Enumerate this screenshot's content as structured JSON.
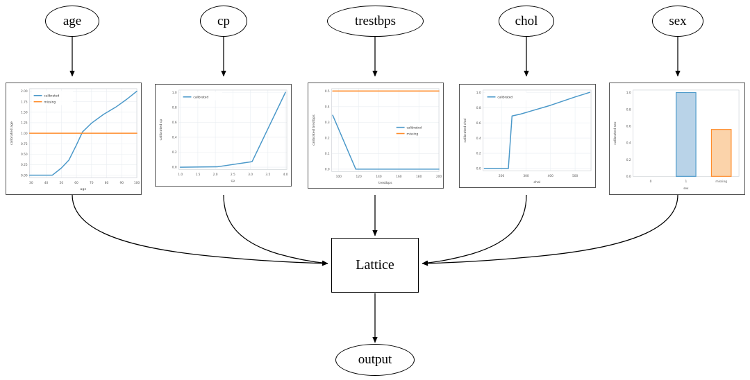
{
  "graph": {
    "input_nodes": [
      {
        "id": "age",
        "label": "age"
      },
      {
        "id": "cp",
        "label": "cp"
      },
      {
        "id": "trestbps",
        "label": "trestbps"
      },
      {
        "id": "chol",
        "label": "chol"
      },
      {
        "id": "sex",
        "label": "sex"
      }
    ],
    "lattice_label": "Lattice",
    "output_label": "output"
  },
  "colors": {
    "calibrated_line": "#4a98c9",
    "missing_line": "#ff8c2b",
    "bar_blue_fill": "#b9d3e8",
    "bar_blue_edge": "#4a98c9",
    "bar_orange_fill": "#fbd3aa",
    "bar_orange_edge": "#ff8c2b",
    "panel_border": "#555555",
    "grid": "#e9eef2"
  },
  "chart_data": [
    {
      "id": "age",
      "type": "line",
      "title": "",
      "xlabel": "age",
      "ylabel": "calibrated age",
      "xlim": [
        29,
        100
      ],
      "ylim": [
        -0.06,
        2.06
      ],
      "xticks": [
        30,
        40,
        50,
        60,
        70,
        80,
        90,
        100
      ],
      "yticks": [
        0.0,
        0.25,
        0.5,
        0.75,
        1.0,
        1.25,
        1.5,
        1.75,
        2.0
      ],
      "ytick_labels": [
        "0.00",
        "0.25",
        "0.50",
        "0.75",
        "1.00",
        "1.25",
        "1.50",
        "1.75",
        "2.00"
      ],
      "xtick_labels": [
        "30",
        "40",
        "50",
        "60",
        "70",
        "80",
        "90",
        "100"
      ],
      "grid": true,
      "legend": [
        "calibrated",
        "missing"
      ],
      "legend_position": "upper left",
      "series": [
        {
          "name": "calibrated",
          "color": "#4a98c9",
          "x": [
            29,
            44,
            50,
            55,
            60,
            64,
            70,
            78,
            86,
            93,
            100
          ],
          "y": [
            0.0,
            0.0,
            0.17,
            0.36,
            0.72,
            1.03,
            1.24,
            1.45,
            1.62,
            1.8,
            2.0
          ]
        },
        {
          "name": "missing",
          "color": "#ff8c2b",
          "x": [
            29,
            100
          ],
          "y": [
            1.0,
            1.0
          ]
        }
      ]
    },
    {
      "id": "cp",
      "type": "line",
      "title": "",
      "xlabel": "cp",
      "ylabel": "calibrated cp",
      "xlim": [
        0.96,
        4.04
      ],
      "ylim": [
        -0.03,
        1.03
      ],
      "xticks": [
        1.0,
        1.5,
        2.0,
        2.5,
        3.0,
        3.5,
        4.0
      ],
      "yticks": [
        0.0,
        0.2,
        0.4,
        0.6,
        0.8,
        1.0
      ],
      "xtick_labels": [
        "1.0",
        "1.5",
        "2.0",
        "2.5",
        "3.0",
        "3.5",
        "4.0"
      ],
      "ytick_labels": [
        "0.0",
        "0.2",
        "0.4",
        "0.6",
        "0.8",
        "1.0"
      ],
      "grid": true,
      "legend": [
        "calibrated"
      ],
      "legend_position": "upper left",
      "series": [
        {
          "name": "calibrated",
          "color": "#4a98c9",
          "x": [
            1.0,
            2.05,
            3.0,
            3.05,
            4.0
          ],
          "y": [
            0.0,
            0.005,
            0.07,
            0.075,
            1.0
          ]
        }
      ]
    },
    {
      "id": "trestbps",
      "type": "line",
      "title": "",
      "xlabel": "trestbps",
      "ylabel": "calibrated trestbps",
      "xlim": [
        93,
        200
      ],
      "ylim": [
        -0.015,
        0.515
      ],
      "xticks": [
        100,
        120,
        140,
        160,
        180,
        200
      ],
      "yticks": [
        0.0,
        0.1,
        0.2,
        0.3,
        0.4,
        0.5
      ],
      "xtick_labels": [
        "100",
        "120",
        "140",
        "160",
        "180",
        "200"
      ],
      "ytick_labels": [
        "0.0",
        "0.1",
        "0.2",
        "0.3",
        "0.4",
        "0.5"
      ],
      "grid": true,
      "legend": [
        "calibrated",
        "missing"
      ],
      "legend_position": "center right",
      "series": [
        {
          "name": "calibrated",
          "color": "#4a98c9",
          "x": [
            94,
            117,
            200
          ],
          "y": [
            0.345,
            0.0,
            0.0
          ]
        },
        {
          "name": "missing",
          "color": "#ff8c2b",
          "x": [
            94,
            200
          ],
          "y": [
            0.5,
            0.5
          ]
        }
      ]
    },
    {
      "id": "chol",
      "type": "line",
      "title": "",
      "xlabel": "chol",
      "ylabel": "calibrated chol",
      "xlim": [
        125,
        565
      ],
      "ylim": [
        -0.03,
        1.03
      ],
      "xticks": [
        200,
        300,
        400,
        500
      ],
      "yticks": [
        0.0,
        0.2,
        0.4,
        0.6,
        0.8,
        1.0
      ],
      "xtick_labels": [
        "200",
        "300",
        "400",
        "500"
      ],
      "ytick_labels": [
        "0.0",
        "0.2",
        "0.4",
        "0.6",
        "0.8",
        "1.0"
      ],
      "grid": true,
      "legend": [
        "calibrated"
      ],
      "legend_position": "upper left",
      "series": [
        {
          "name": "calibrated",
          "color": "#4a98c9",
          "x": [
            130,
            228,
            243,
            278,
            400,
            500,
            560
          ],
          "y": [
            0.0,
            0.0,
            0.69,
            0.715,
            0.83,
            0.94,
            1.0
          ]
        }
      ]
    },
    {
      "id": "sex",
      "type": "bar",
      "title": "",
      "xlabel": "sex",
      "ylabel": "calibrated sex",
      "ylim": [
        0,
        1.03
      ],
      "yticks": [
        0.0,
        0.2,
        0.4,
        0.6,
        0.8,
        1.0
      ],
      "ytick_labels": [
        "0.0",
        "0.2",
        "0.4",
        "0.6",
        "0.8",
        "1.0"
      ],
      "categories": [
        "0",
        "1",
        "missing"
      ],
      "values": [
        0.0,
        1.0,
        0.56
      ],
      "bar_colors": [
        "#b9d3e8",
        "#b9d3e8",
        "#fbd3aa"
      ],
      "bar_edges": [
        "#4a98c9",
        "#4a98c9",
        "#ff8c2b"
      ],
      "grid": false,
      "legend": []
    }
  ]
}
